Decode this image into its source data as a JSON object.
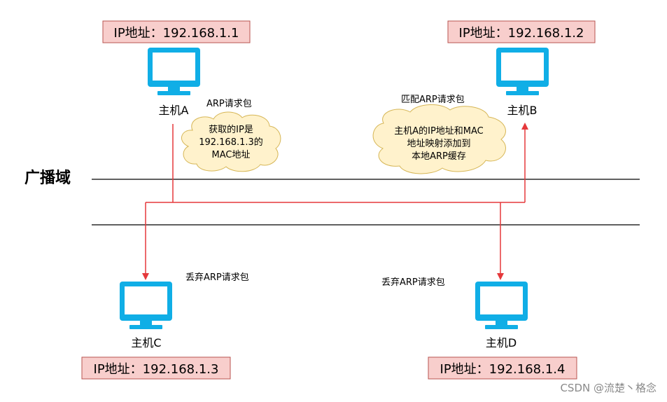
{
  "colors": {
    "monitor": "#10aee6",
    "ip_box_fill": "#f8cecc",
    "ip_box_border": "#b85450",
    "cloud_fill": "#fff2cc",
    "cloud_border": "#d6b656",
    "arrow": "#e5383b",
    "line": "#000000",
    "watermark": "#8a8a8a"
  },
  "broadcast_domain_label": "广播域",
  "hosts": {
    "a": {
      "name": "主机A",
      "ip": "IP地址：192.168.1.1",
      "icon": "monitor-icon"
    },
    "b": {
      "name": "主机B",
      "ip": "IP地址：192.168.1.2",
      "icon": "monitor-icon"
    },
    "c": {
      "name": "主机C",
      "ip": "IP地址：192.168.1.3",
      "icon": "monitor-icon"
    },
    "d": {
      "name": "主机D",
      "ip": "IP地址：192.168.1.4",
      "icon": "monitor-icon"
    }
  },
  "notes": {
    "a_request": "ARP请求包",
    "b_match": "匹配ARP请求包",
    "c_drop": "丢弃ARP请求包",
    "d_drop": "丢弃ARP请求包"
  },
  "clouds": {
    "a": [
      "获取的IP是",
      "192.168.1.3的",
      "MAC地址"
    ],
    "b": [
      "主机A的IP地址和MAC",
      "地址映射添加到",
      "本地ARP缓存"
    ]
  },
  "watermark": "CSDN @流楚丶格念"
}
